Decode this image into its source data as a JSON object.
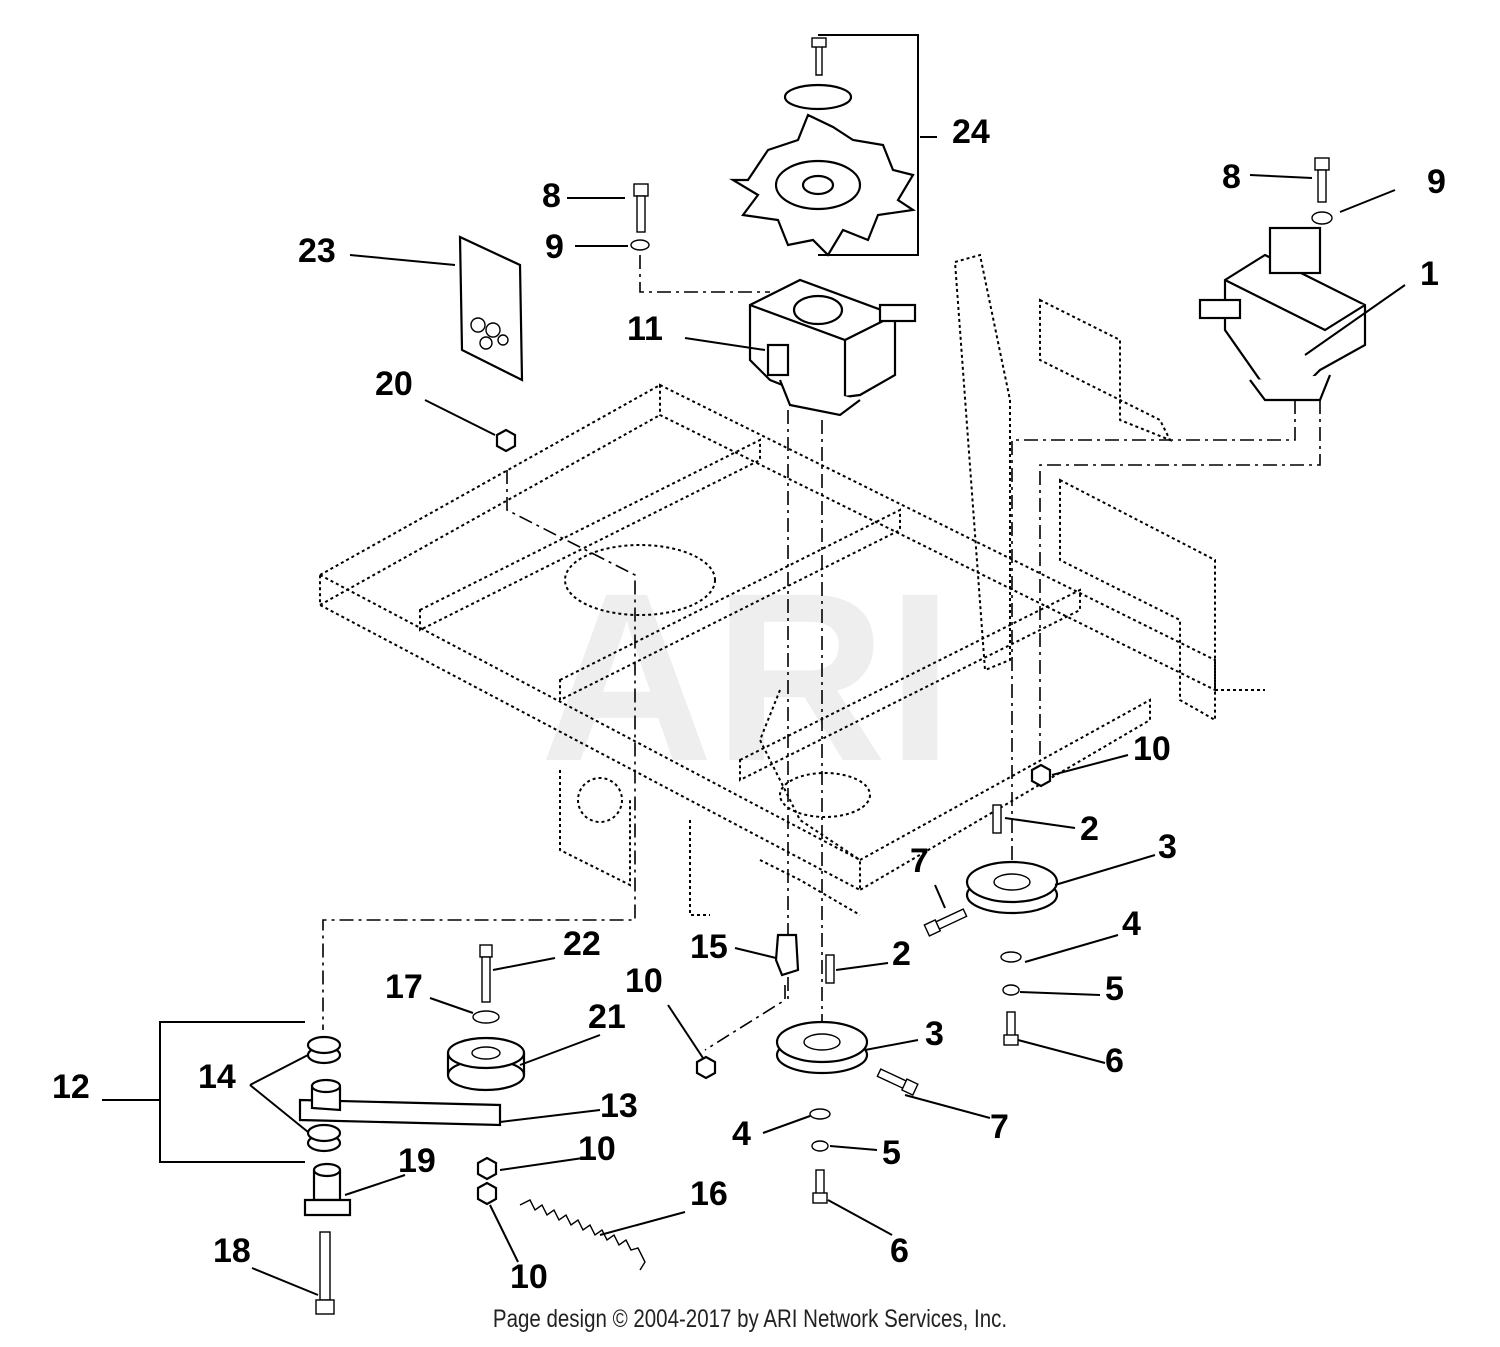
{
  "diagram": {
    "watermark": "ARI",
    "callouts": [
      {
        "id": "c24",
        "label": "24"
      },
      {
        "id": "c8a",
        "label": "8"
      },
      {
        "id": "c9a",
        "label": "9"
      },
      {
        "id": "c8b",
        "label": "8"
      },
      {
        "id": "c9b",
        "label": "9"
      },
      {
        "id": "c1",
        "label": "1"
      },
      {
        "id": "c23",
        "label": "23"
      },
      {
        "id": "c11",
        "label": "11"
      },
      {
        "id": "c20",
        "label": "20"
      },
      {
        "id": "c10a",
        "label": "10"
      },
      {
        "id": "c2a",
        "label": "2"
      },
      {
        "id": "c3a",
        "label": "3"
      },
      {
        "id": "c7a",
        "label": "7"
      },
      {
        "id": "c4a",
        "label": "4"
      },
      {
        "id": "c5a",
        "label": "5"
      },
      {
        "id": "c6a",
        "label": "6"
      },
      {
        "id": "c22",
        "label": "22"
      },
      {
        "id": "c15",
        "label": "15"
      },
      {
        "id": "c2b",
        "label": "2"
      },
      {
        "id": "c17",
        "label": "17"
      },
      {
        "id": "c10b",
        "label": "10"
      },
      {
        "id": "c21",
        "label": "21"
      },
      {
        "id": "c3b",
        "label": "3"
      },
      {
        "id": "c12",
        "label": "12"
      },
      {
        "id": "c14",
        "label": "14"
      },
      {
        "id": "c13",
        "label": "13"
      },
      {
        "id": "c7b",
        "label": "7"
      },
      {
        "id": "c4b",
        "label": "4"
      },
      {
        "id": "c10c",
        "label": "10"
      },
      {
        "id": "c19",
        "label": "19"
      },
      {
        "id": "c5b",
        "label": "5"
      },
      {
        "id": "c16",
        "label": "16"
      },
      {
        "id": "c18",
        "label": "18"
      },
      {
        "id": "c10d",
        "label": "10"
      },
      {
        "id": "c6b",
        "label": "6"
      }
    ]
  },
  "footer": {
    "text": "Page design © 2004-2017 by ARI Network Services, Inc."
  }
}
